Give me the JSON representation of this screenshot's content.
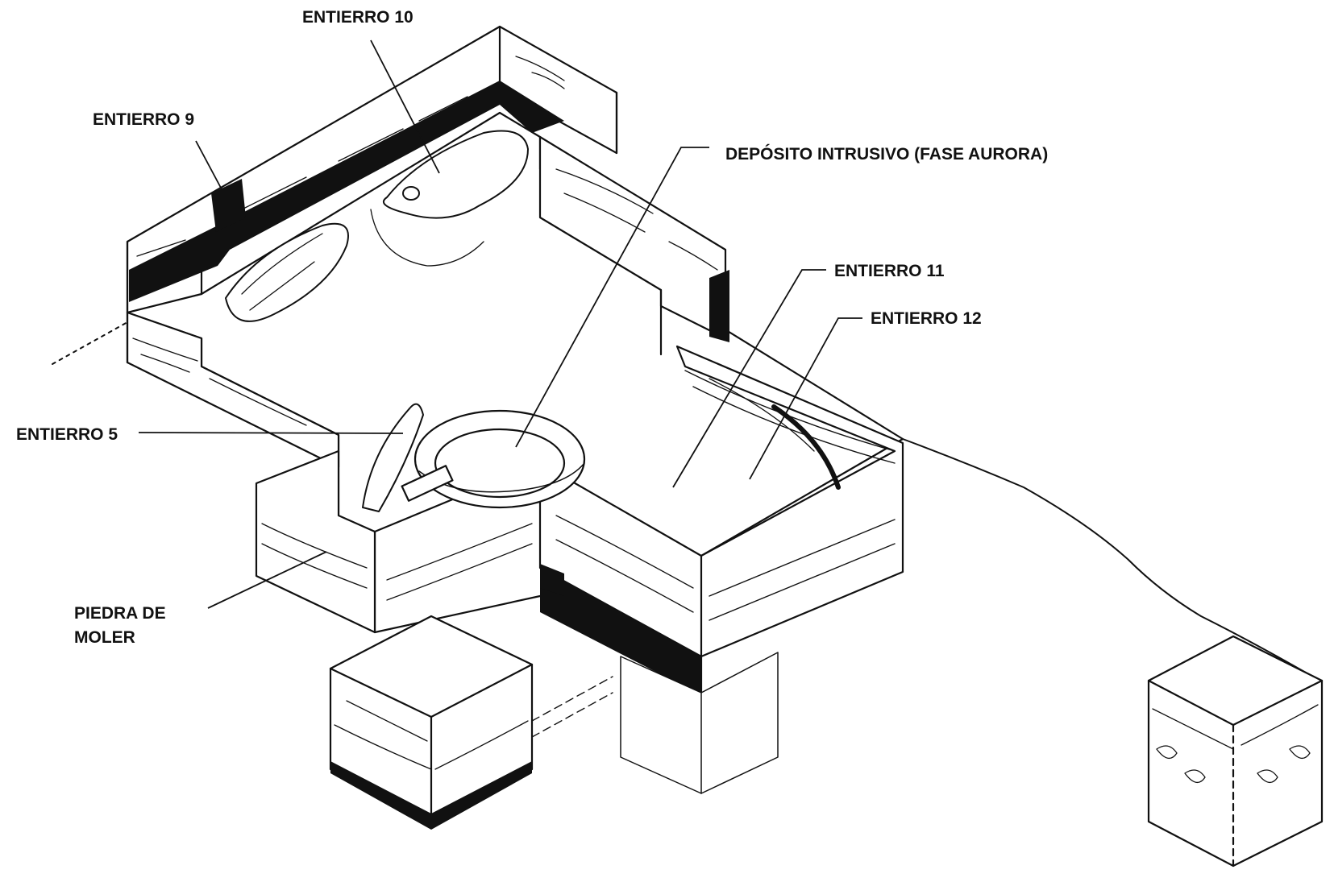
{
  "labels": {
    "entierro_10": "ENTIERRO 10",
    "entierro_9": "ENTIERRO 9",
    "deposito": "DEPÓSITO INTRUSIVO (FASE AURORA)",
    "entierro_11": "ENTIERRO 11",
    "entierro_12": "ENTIERRO 12",
    "entierro_5": "ENTIERRO 5",
    "piedra_line1": "PIEDRA DE",
    "piedra_line2": "MOLER"
  },
  "colors": {
    "ink": "#111111",
    "fill": "#ffffff"
  }
}
